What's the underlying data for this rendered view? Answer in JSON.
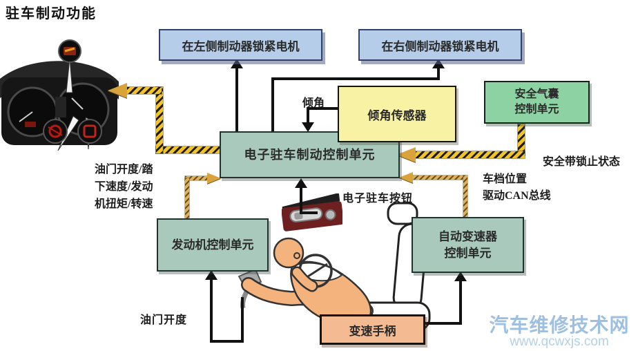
{
  "title": "驻车制动功能",
  "boxes": {
    "left_motor": "在左侧制动器锁紧电机",
    "right_motor": "在右侧制动器锁紧电机",
    "incline_sensor": "倾角传感器",
    "airbag": {
      "line1": "安全气囊",
      "line2": "控制单元"
    },
    "epb": "电子驻车制动控制单元",
    "engine": "发动机控制单元",
    "transmission": {
      "line1": "自动变速器",
      "line2": "控制单元"
    },
    "shift_lever": "变速手柄"
  },
  "labels": {
    "incline": "倾角",
    "epb_button": "电子驻车按钮",
    "engine_data_line1": "油门开度/踏",
    "engine_data_line2": "下速度/发动",
    "engine_data_line3": "机扭矩/转速",
    "seatbelt_status": "安全带锁止状态",
    "gear_position": "车档位置",
    "can_bus": "驱动CAN总线",
    "throttle_opening": "油门开度"
  },
  "watermark": {
    "site_name": "汽车维修技术网",
    "site_url": "www.qcwxjs.com"
  },
  "colors": {
    "motor_box": "#b6cde9",
    "sensor_box": "#f8f3a4",
    "airbag_box": "#8dd2a2",
    "control_box": "#aac9bd",
    "shift_box": "#f4ba92",
    "hazard_yellow": "#f2c229",
    "arrow_gold": "#d9a33c",
    "watermark_blue": "#9dbfe2"
  }
}
